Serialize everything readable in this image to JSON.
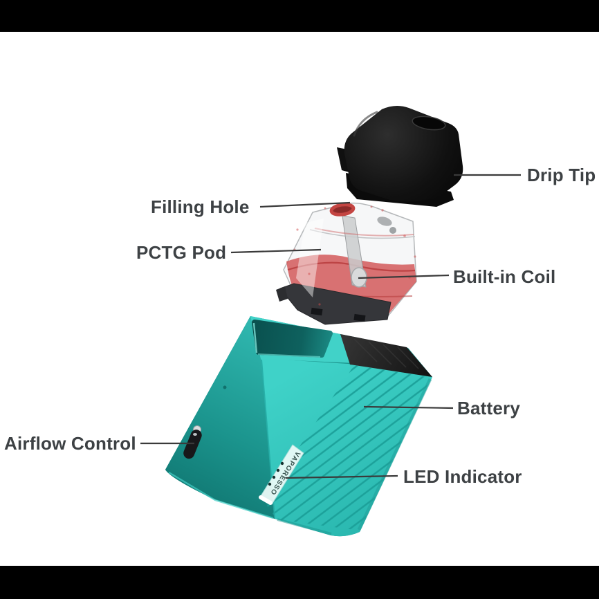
{
  "scene": {
    "background": "#ffffff",
    "letterbox_color": "#000000",
    "type": "exploded product diagram of a pod vape device"
  },
  "device": {
    "brand_text": "VAPORESSO",
    "led_dot_count": 4
  },
  "labels": {
    "drip_tip": "Drip Tip",
    "filling_hole": "Filling Hole",
    "pctg_pod": "PCTG Pod",
    "built_in_coil": "Built-in Coil",
    "battery": "Battery",
    "led_indicator": "LED Indicator",
    "airflow_control": "Airflow Control"
  },
  "colors": {
    "label_text": "#3d4144",
    "leader_line": "#3a3a3a",
    "device_teal": "#2fc5bc",
    "device_teal_light": "#41d2c8",
    "device_teal_dark": "#117a75",
    "stripe_teal": "#1a9e97",
    "pod_slot_recess": "#0b5654",
    "drip_tip_black": "#0c0c0c",
    "top_panel_black": "#232323",
    "eliquid_red": "#d04b4b",
    "pod_base_gray": "#35363a",
    "brand_band": "#f0fcfa",
    "led_dot": "#16312f"
  }
}
